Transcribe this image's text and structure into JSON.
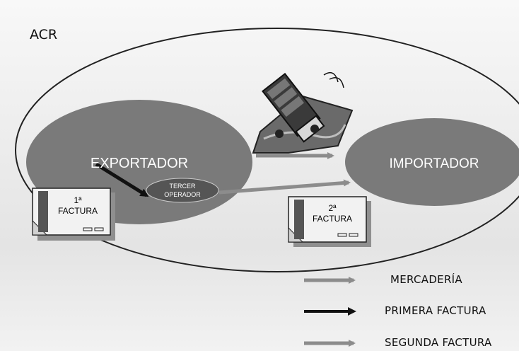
{
  "region": {
    "label": "ACR"
  },
  "nodes": {
    "exporter": {
      "label": "EXPORTADOR",
      "fill": "#7a7a7a"
    },
    "importer": {
      "label": "IMPORTADOR",
      "fill": "#7a7a7a"
    },
    "third_operator": {
      "line1": "TERCER",
      "line2": "OPERADOR",
      "fill": "#555555"
    }
  },
  "invoices": [
    {
      "number": "1ª",
      "label": "FACTURA"
    },
    {
      "number": "2ª",
      "label": "FACTURA"
    }
  ],
  "legend": [
    {
      "label": "MERCADERÍA",
      "style": "gray"
    },
    {
      "label": "PRIMERA FACTURA",
      "style": "black"
    },
    {
      "label": "SEGUNDA FACTURA",
      "style": "gray"
    }
  ],
  "colors": {
    "gray_arrow": "#8c8c8c",
    "black_arrow": "#111111",
    "ellipse_stroke": "#222222"
  }
}
